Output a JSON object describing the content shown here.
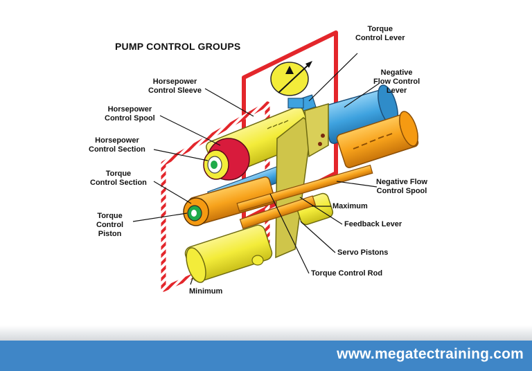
{
  "diagram": {
    "title": "PUMP CONTROL GROUPS",
    "labels": {
      "torque_control_lever": "Torque\nControl Lever",
      "negative_flow_control_lever": "Negative\nFlow Control\nLever",
      "horsepower_control_sleeve": "Horsepower\nControl Sleeve",
      "horsepower_control_spool": "Horsepower\nControl Spool",
      "horsepower_control_section": "Horsepower\nControl Section",
      "torque_control_section": "Torque\nControl Section",
      "negative_flow_control_spool": "Negative Flow\nControl Spool",
      "maximum": "Maximum",
      "torque_control_piston": "Torque\nControl\nPiston",
      "feedback_lever": "Feedback Lever",
      "servo_pistons": "Servo Pistons",
      "torque_control_rod": "Torque Control Rod",
      "minimum": "Minimum"
    },
    "colors": {
      "frame_red": "#e3262b",
      "yellow": "#f3ec3a",
      "olive_yellow": "#cfc54a",
      "orange": "#f7a21b",
      "blue": "#3ea2df",
      "crimson": "#d81b3c",
      "green": "#1faa4a"
    }
  },
  "footer": {
    "url": "www.megatectraining.com",
    "bar_color": "#3f86c7"
  }
}
